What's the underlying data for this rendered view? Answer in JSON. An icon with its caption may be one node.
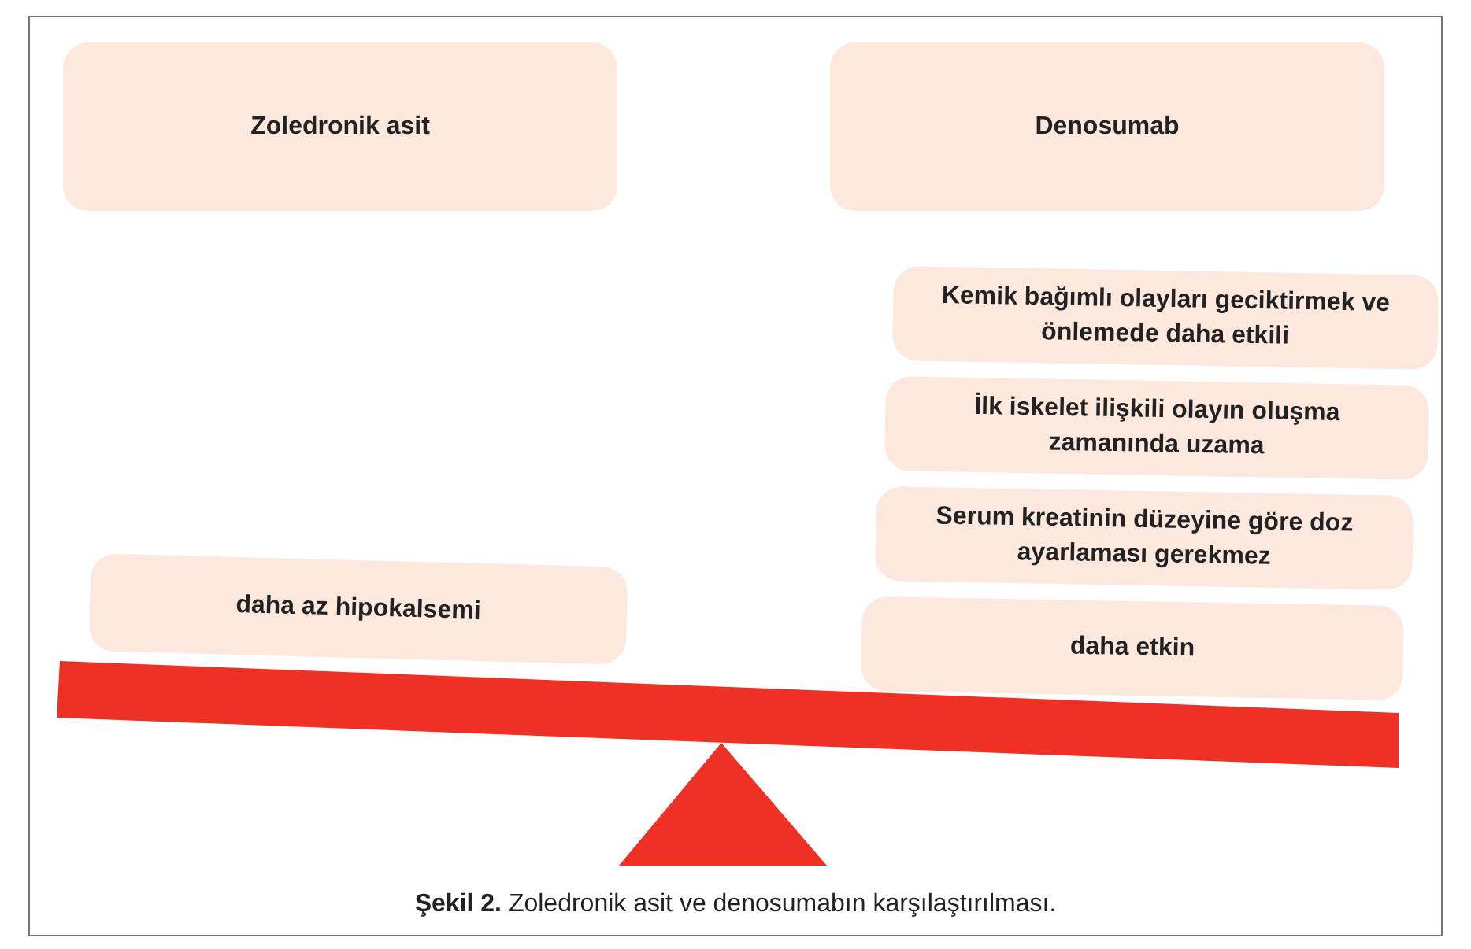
{
  "diagram": {
    "caption": "**Şekil 2.** Zoledronik asit ve denosumabın karşılaştırılması.",
    "nodes": [
      {
        "text": [
          "Zoledronik asit"
        ]
      },
      {
        "text": [
          "Denosumab"
        ]
      },
      {
        "text": [
          "Kemik bağımlı olayları geciktirmek ve önlemede daha etkili"
        ]
      },
      {
        "text": [
          "İlk iskelet ilişkili olayın oluşma zamanında uzama"
        ]
      },
      {
        "text": [
          "Serum kreatinin düzeyine göre doz ayarlaması gerekmez"
        ]
      },
      {
        "text": [
          "daha az hipokalsemi"
        ]
      },
      {
        "text": [
          "daha etkin"
        ]
      }
    ],
    "edges": []
  }
}
